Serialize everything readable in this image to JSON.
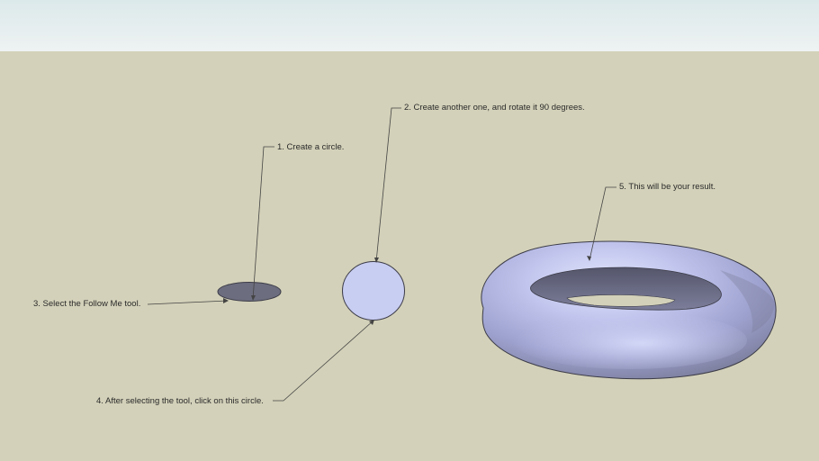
{
  "annotations": {
    "step1": "1. Create a circle.",
    "step2": "2. Create another one, and rotate it 90 degrees.",
    "step3": "3. Select the Follow Me tool.",
    "step4": "4. After selecting the tool, click on this circle.",
    "step5": "5. This will be your result."
  },
  "colors": {
    "sky": "#e4eded",
    "ground": "#d3d1b9",
    "flat_circle": "#6c6d7e",
    "upright_circle": "#c8cdf2",
    "torus_light": "#d2d6f6",
    "torus_dark": "#5c5d73",
    "leader_line": "#444444"
  }
}
